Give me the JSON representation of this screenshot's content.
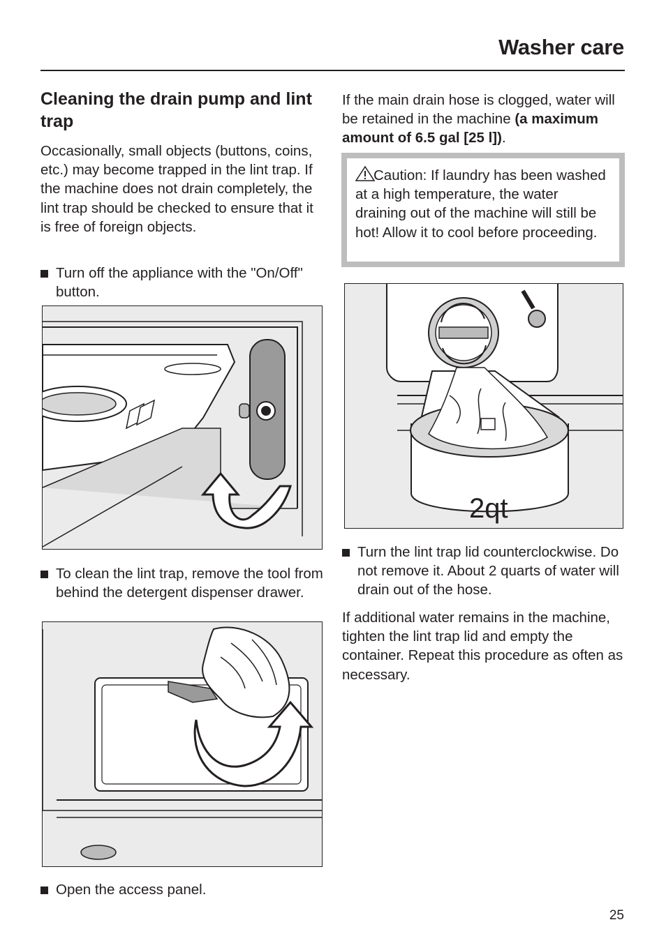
{
  "header": {
    "title": "Washer care"
  },
  "section": {
    "title": "Cleaning the drain pump and lint trap"
  },
  "left": {
    "intro": "Occasionally, small objects (buttons, coins, etc.) may become trapped in the lint trap. If the machine does not drain completely, the lint trap should be checked to ensure that it is free of foreign objects.",
    "step1": "Turn off the appliance with the \"On/Off\" button.",
    "step2": "To clean the lint trap, remove the tool from behind the detergent dispenser drawer.",
    "step3": "Open the access panel."
  },
  "right": {
    "drain_text": "If the main drain hose is clogged, water will be retained in the machine ",
    "drain_bold": "(a maximum amount of 6.5 gal [25 l])",
    "drain_end": ".",
    "caution": "Caution: If laundry has been washed at a high temperature, the water draining out of the machine will still be hot! Allow it to cool before proceeding.",
    "figure_label": "2qt",
    "step4": "Turn the lint trap lid counterclockwise. Do not remove it. About 2 quarts of water will drain out of the hose.",
    "after": "If additional water remains in the machine, tighten the lint trap lid and empty the container. Repeat this procedure as often as necessary."
  },
  "footer": {
    "page_number": "25"
  }
}
